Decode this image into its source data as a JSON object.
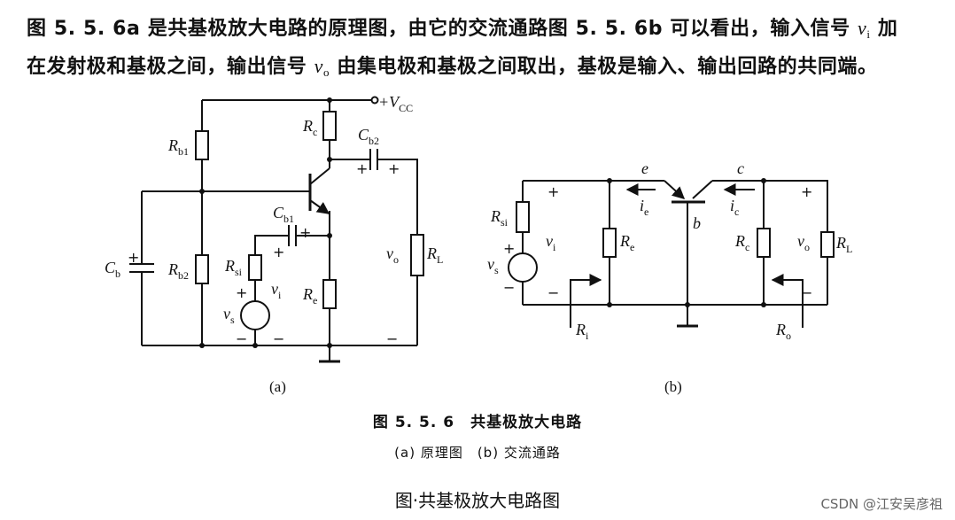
{
  "paragraph": {
    "line1_a": "图 5. 5. 6a 是共基极放大电路的原理图，由它的交流通路图 5. 5. 6b 可以看出，输入信号",
    "vi_sym": "v",
    "vi_sub": "i",
    "line1_b": "加",
    "line2_a": "在发射极和基极之间，输出信号",
    "vo_sym": "v",
    "vo_sub": "o",
    "line2_b": "由集电极和基极之间取出，基极是输入、输出回路的共同端。"
  },
  "circuit_a": {
    "vcc": "+V",
    "vcc_sub": "CC",
    "rb1": "R",
    "rb1_sub": "b1",
    "rb2": "R",
    "rb2_sub": "b2",
    "rc": "R",
    "rc_sub": "c",
    "re": "R",
    "re_sub": "e",
    "rsi": "R",
    "rsi_sub": "si",
    "rl": "R",
    "rl_sub": "L",
    "cb": "C",
    "cb_sub": "b",
    "cb1": "C",
    "cb1_sub": "b1",
    "cb2": "C",
    "cb2_sub": "b2",
    "vi": "v",
    "vi_sub": "i",
    "vo": "v",
    "vo_sub": "o",
    "vs": "v",
    "vs_sub": "s",
    "panel": "(a)"
  },
  "circuit_b": {
    "e": "e",
    "c": "c",
    "b": "b",
    "ie": "i",
    "ie_sub": "e",
    "ic": "i",
    "ic_sub": "c",
    "rsi": "R",
    "rsi_sub": "si",
    "re": "R",
    "re_sub": "e",
    "rc": "R",
    "rc_sub": "c",
    "rl": "R",
    "rl_sub": "L",
    "vi": "v",
    "vi_sub": "i",
    "vo": "v",
    "vo_sub": "o",
    "vs": "v",
    "vs_sub": "s",
    "ri": "R",
    "ri_sub": "i",
    "ro": "R",
    "ro_sub": "o",
    "panel": "(b)"
  },
  "caption": {
    "main": "图 5. 5. 6　共基极放大电路",
    "sub": "(a) 原理图　(b) 交流通路",
    "bottom": "图·共基极放大电路图"
  },
  "watermark": "CSDN @江安吴彦祖"
}
